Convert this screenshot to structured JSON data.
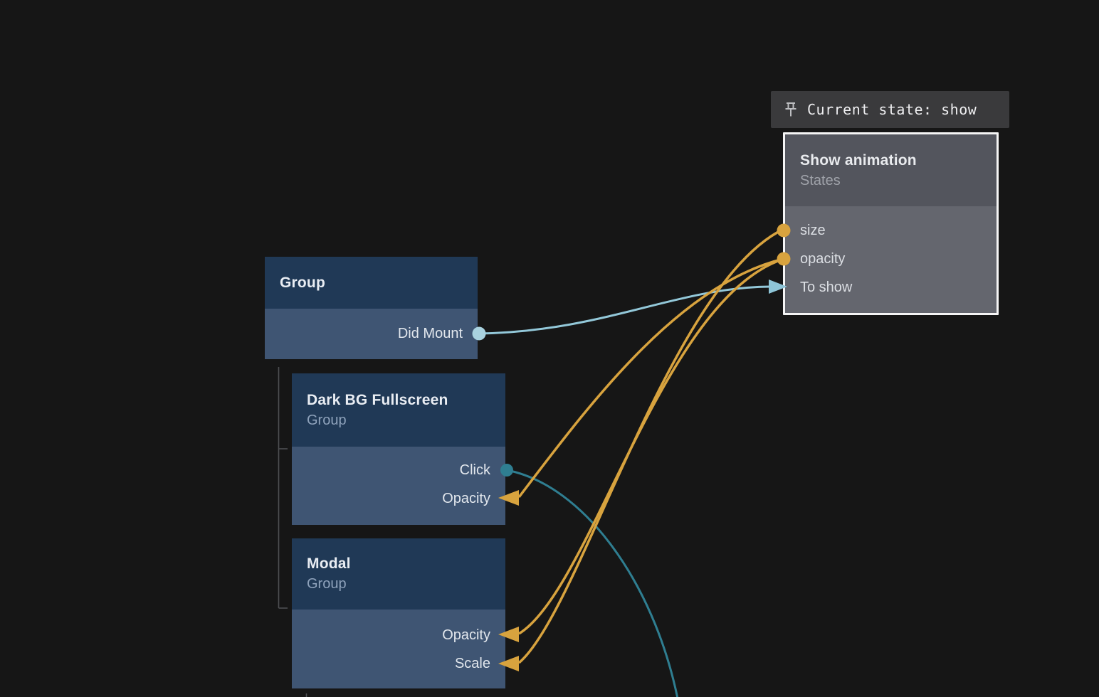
{
  "status_pill": {
    "text": "Current state: show",
    "icon": "pin-icon"
  },
  "nodes": {
    "show_animation": {
      "title": "Show animation",
      "subtitle": "States",
      "rows": [
        {
          "label": "size",
          "port": "output",
          "port_color": "#d8a33e"
        },
        {
          "label": "opacity",
          "port": "output",
          "port_color": "#d8a33e"
        },
        {
          "label": "To show",
          "port": "input-arrow",
          "port_color": "#8ec5d7"
        }
      ],
      "selected": true
    },
    "group": {
      "title": "Group",
      "rows": [
        {
          "label": "Did Mount",
          "port": "output",
          "port_color": "#a9d2df"
        }
      ]
    },
    "dark_bg": {
      "title": "Dark BG Fullscreen",
      "subtitle": "Group",
      "rows": [
        {
          "label": "Click",
          "port": "output",
          "port_color": "#2f7e91"
        },
        {
          "label": "Opacity",
          "port": "input-arrow",
          "port_color": "#d8a33e"
        }
      ]
    },
    "modal": {
      "title": "Modal",
      "subtitle": "Group",
      "rows": [
        {
          "label": "Opacity",
          "port": "input-arrow",
          "port_color": "#d8a33e"
        },
        {
          "label": "Scale",
          "port": "input-arrow",
          "port_color": "#d8a33e"
        }
      ]
    }
  },
  "connections": [
    {
      "from": "Group.Did Mount",
      "to": "Show animation.To show",
      "color": "#93c8d9"
    },
    {
      "from": "Show animation.opacity",
      "to": "Dark BG Fullscreen.Opacity",
      "color": "#d8a33e"
    },
    {
      "from": "Show animation.opacity",
      "to": "Modal.Opacity",
      "color": "#d8a33e"
    },
    {
      "from": "Show animation.size",
      "to": "Modal.Scale",
      "color": "#d8a33e"
    },
    {
      "from": "Dark BG Fullscreen.Click",
      "to": "offscreen-bottom",
      "color": "#2f7e91"
    }
  ],
  "colors": {
    "background": "#161616",
    "pill_bg": "#3a3a3c",
    "node_blue_header": "#203956",
    "node_blue_body": "#3f5573",
    "node_gray_header": "#53555d",
    "node_gray_body": "#64666e",
    "selection_border": "#f5f5f5",
    "wire_yellow": "#d8a33e",
    "wire_light_blue": "#93c8d9",
    "wire_teal": "#2f7e91",
    "hierarchy_line": "#4e4f52"
  }
}
